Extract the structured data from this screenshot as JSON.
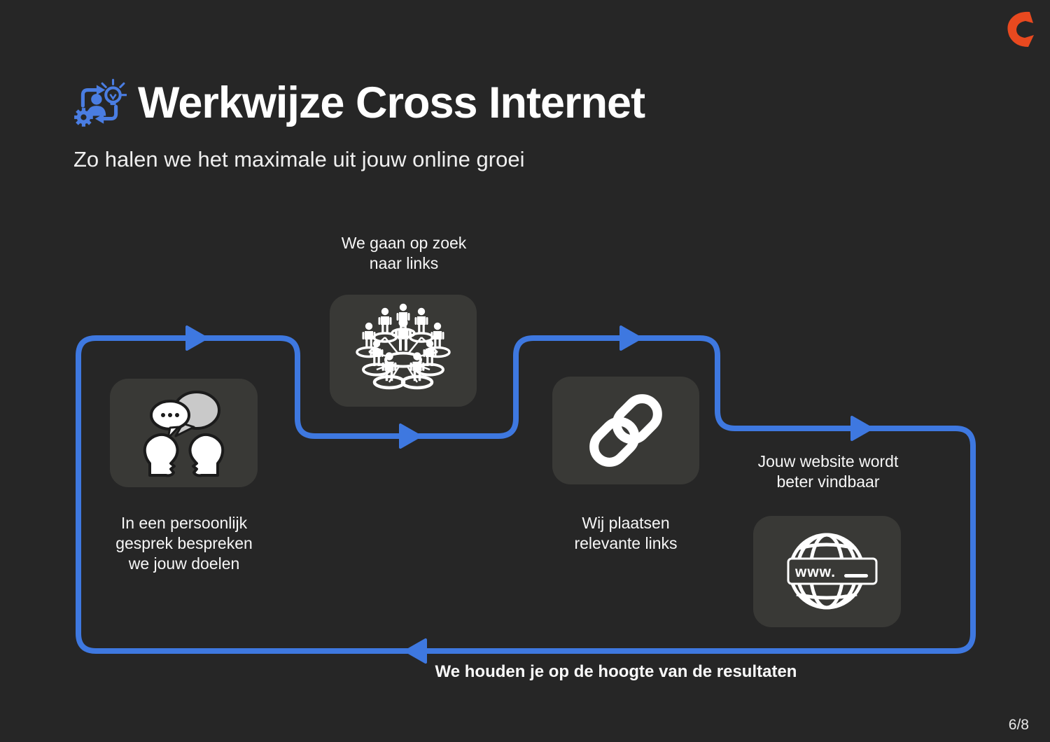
{
  "colors": {
    "background": "#262626",
    "card": "#393936",
    "flow_blue": "#3e78e0",
    "icon_blue": "#4a7de2",
    "brand_orange": "#e8491f"
  },
  "header": {
    "title": "Werkwijze Cross Internet",
    "subtitle": "Zo halen we het maximale uit jouw online groei",
    "title_icon": "process-idea-icon"
  },
  "brand": {
    "logo": "cross-internet-logo"
  },
  "flow": {
    "bottom_note": "We houden je op de hoogte van de resultaten",
    "steps": [
      {
        "icon": "conversation-icon",
        "label": "In een persoonlijk\ngesprek bespreken\nwe jouw doelen",
        "label_position": "below"
      },
      {
        "icon": "network-people-icon",
        "label": "We gaan op zoek\nnaar links",
        "label_position": "above"
      },
      {
        "icon": "link-icon",
        "label": "Wij plaatsen\nrelevante links",
        "label_position": "below"
      },
      {
        "icon": "globe-www-icon",
        "label": "Jouw website wordt\nbeter vindbaar",
        "label_position": "above",
        "icon_text": "www."
      }
    ]
  },
  "footer": {
    "page_number": "6/8"
  }
}
